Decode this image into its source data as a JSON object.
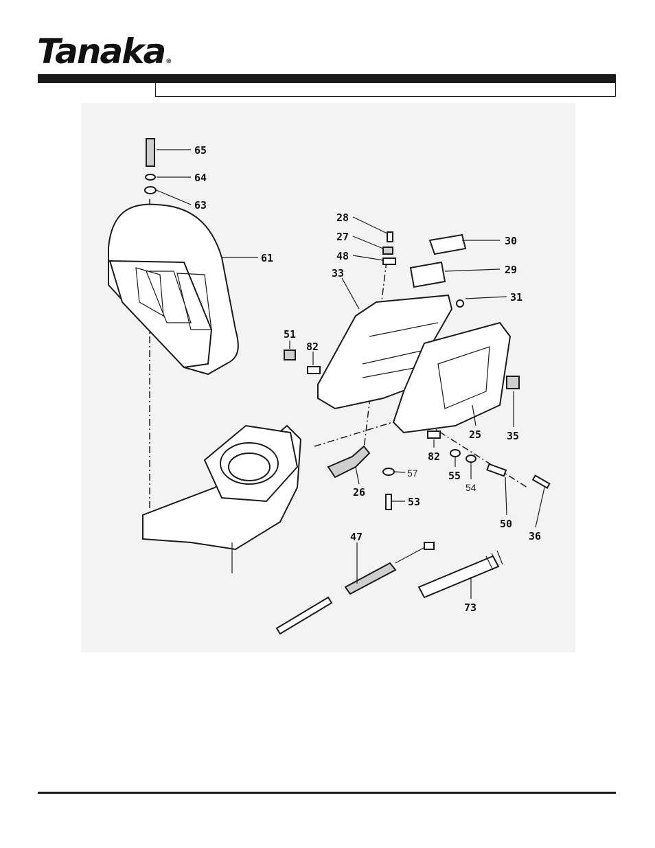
{
  "brand": {
    "name": "Tanaka",
    "registered": "®"
  },
  "header": {
    "title": ""
  },
  "diagram": {
    "callouts": [
      {
        "id": "c65",
        "label": "65"
      },
      {
        "id": "c64",
        "label": "64"
      },
      {
        "id": "c63",
        "label": "63"
      },
      {
        "id": "c61",
        "label": "61"
      },
      {
        "id": "c28",
        "label": "28"
      },
      {
        "id": "c27",
        "label": "27"
      },
      {
        "id": "c48",
        "label": "48"
      },
      {
        "id": "c33",
        "label": "33"
      },
      {
        "id": "c30",
        "label": "30"
      },
      {
        "id": "c29",
        "label": "29"
      },
      {
        "id": "c31",
        "label": "31"
      },
      {
        "id": "c51",
        "label": "51"
      },
      {
        "id": "c82a",
        "label": "82"
      },
      {
        "id": "c25",
        "label": "25"
      },
      {
        "id": "c35",
        "label": "35"
      },
      {
        "id": "c82b",
        "label": "82"
      },
      {
        "id": "c55",
        "label": "55"
      },
      {
        "id": "c54",
        "label": "54"
      },
      {
        "id": "c57",
        "label": "57"
      },
      {
        "id": "c26",
        "label": "26"
      },
      {
        "id": "c53",
        "label": "53"
      },
      {
        "id": "c50",
        "label": "50"
      },
      {
        "id": "c36",
        "label": "36"
      },
      {
        "id": "c47",
        "label": "47"
      },
      {
        "id": "c73",
        "label": "73"
      }
    ]
  }
}
